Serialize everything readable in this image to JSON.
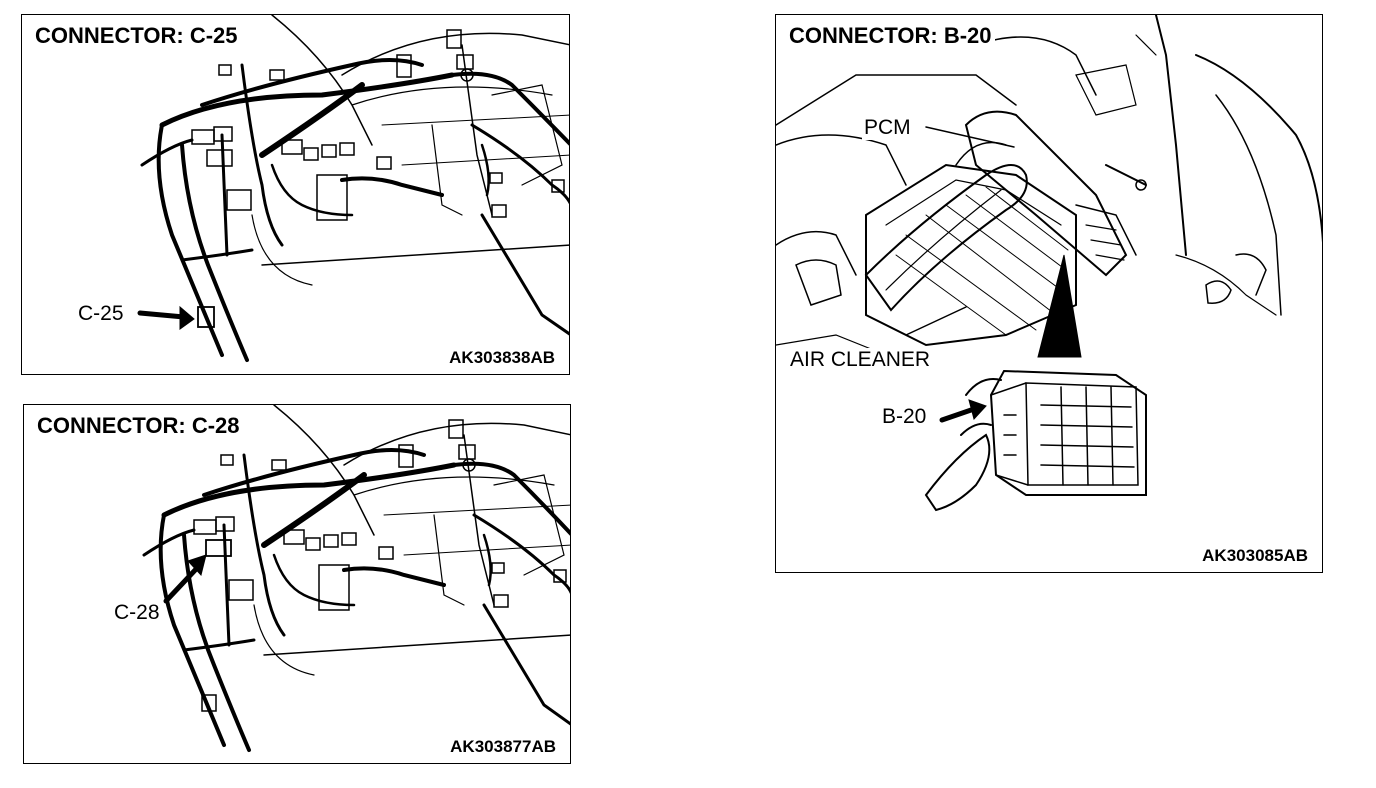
{
  "panels": {
    "c25": {
      "title": "CONNECTOR: C-25",
      "callout": "C-25",
      "code": "AK303838AB"
    },
    "c28": {
      "title": "CONNECTOR: C-28",
      "callout": "C-28",
      "code": "AK303877AB"
    },
    "b20": {
      "title": "CONNECTOR: B-20",
      "pcm_label": "PCM",
      "air_cleaner_label": "AIR CLEANER",
      "callout": "B-20",
      "code": "AK303085AB"
    }
  },
  "colors": {
    "line": "#000000",
    "background": "#ffffff"
  }
}
